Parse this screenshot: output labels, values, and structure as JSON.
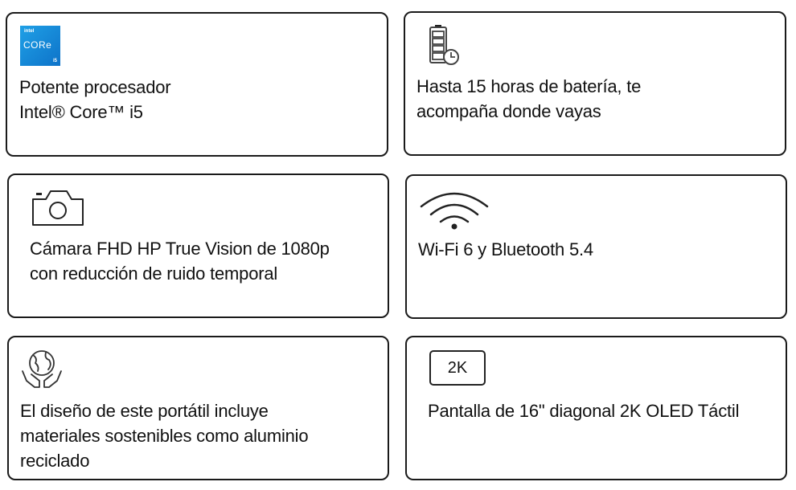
{
  "cards": [
    {
      "icon": "intel-core-i5-logo",
      "logo_text": {
        "brand": "intel",
        "line": "CORe",
        "tier": "i5"
      },
      "lines": [
        "Potente procesador",
        "Intel® Core™ i5"
      ]
    },
    {
      "icon": "battery-clock-icon",
      "lines": [
        "Hasta 15 horas de batería, te",
        "acompaña donde vayas"
      ]
    },
    {
      "icon": "camera-icon",
      "lines": [
        "Cámara FHD HP True Vision de 1080p",
        "con reducción de ruido temporal"
      ]
    },
    {
      "icon": "wifi-icon",
      "lines": [
        "Wi-Fi 6 y Bluetooth 5.4"
      ]
    },
    {
      "icon": "globe-hands-icon",
      "lines": [
        "El diseño de este portátil incluye",
        "materiales sostenibles como aluminio",
        "reciclado"
      ]
    },
    {
      "icon": "2k-display-icon",
      "icon_text": "2K",
      "lines": [
        "Pantalla de 16\" diagonal 2K OLED Táctil"
      ]
    }
  ]
}
